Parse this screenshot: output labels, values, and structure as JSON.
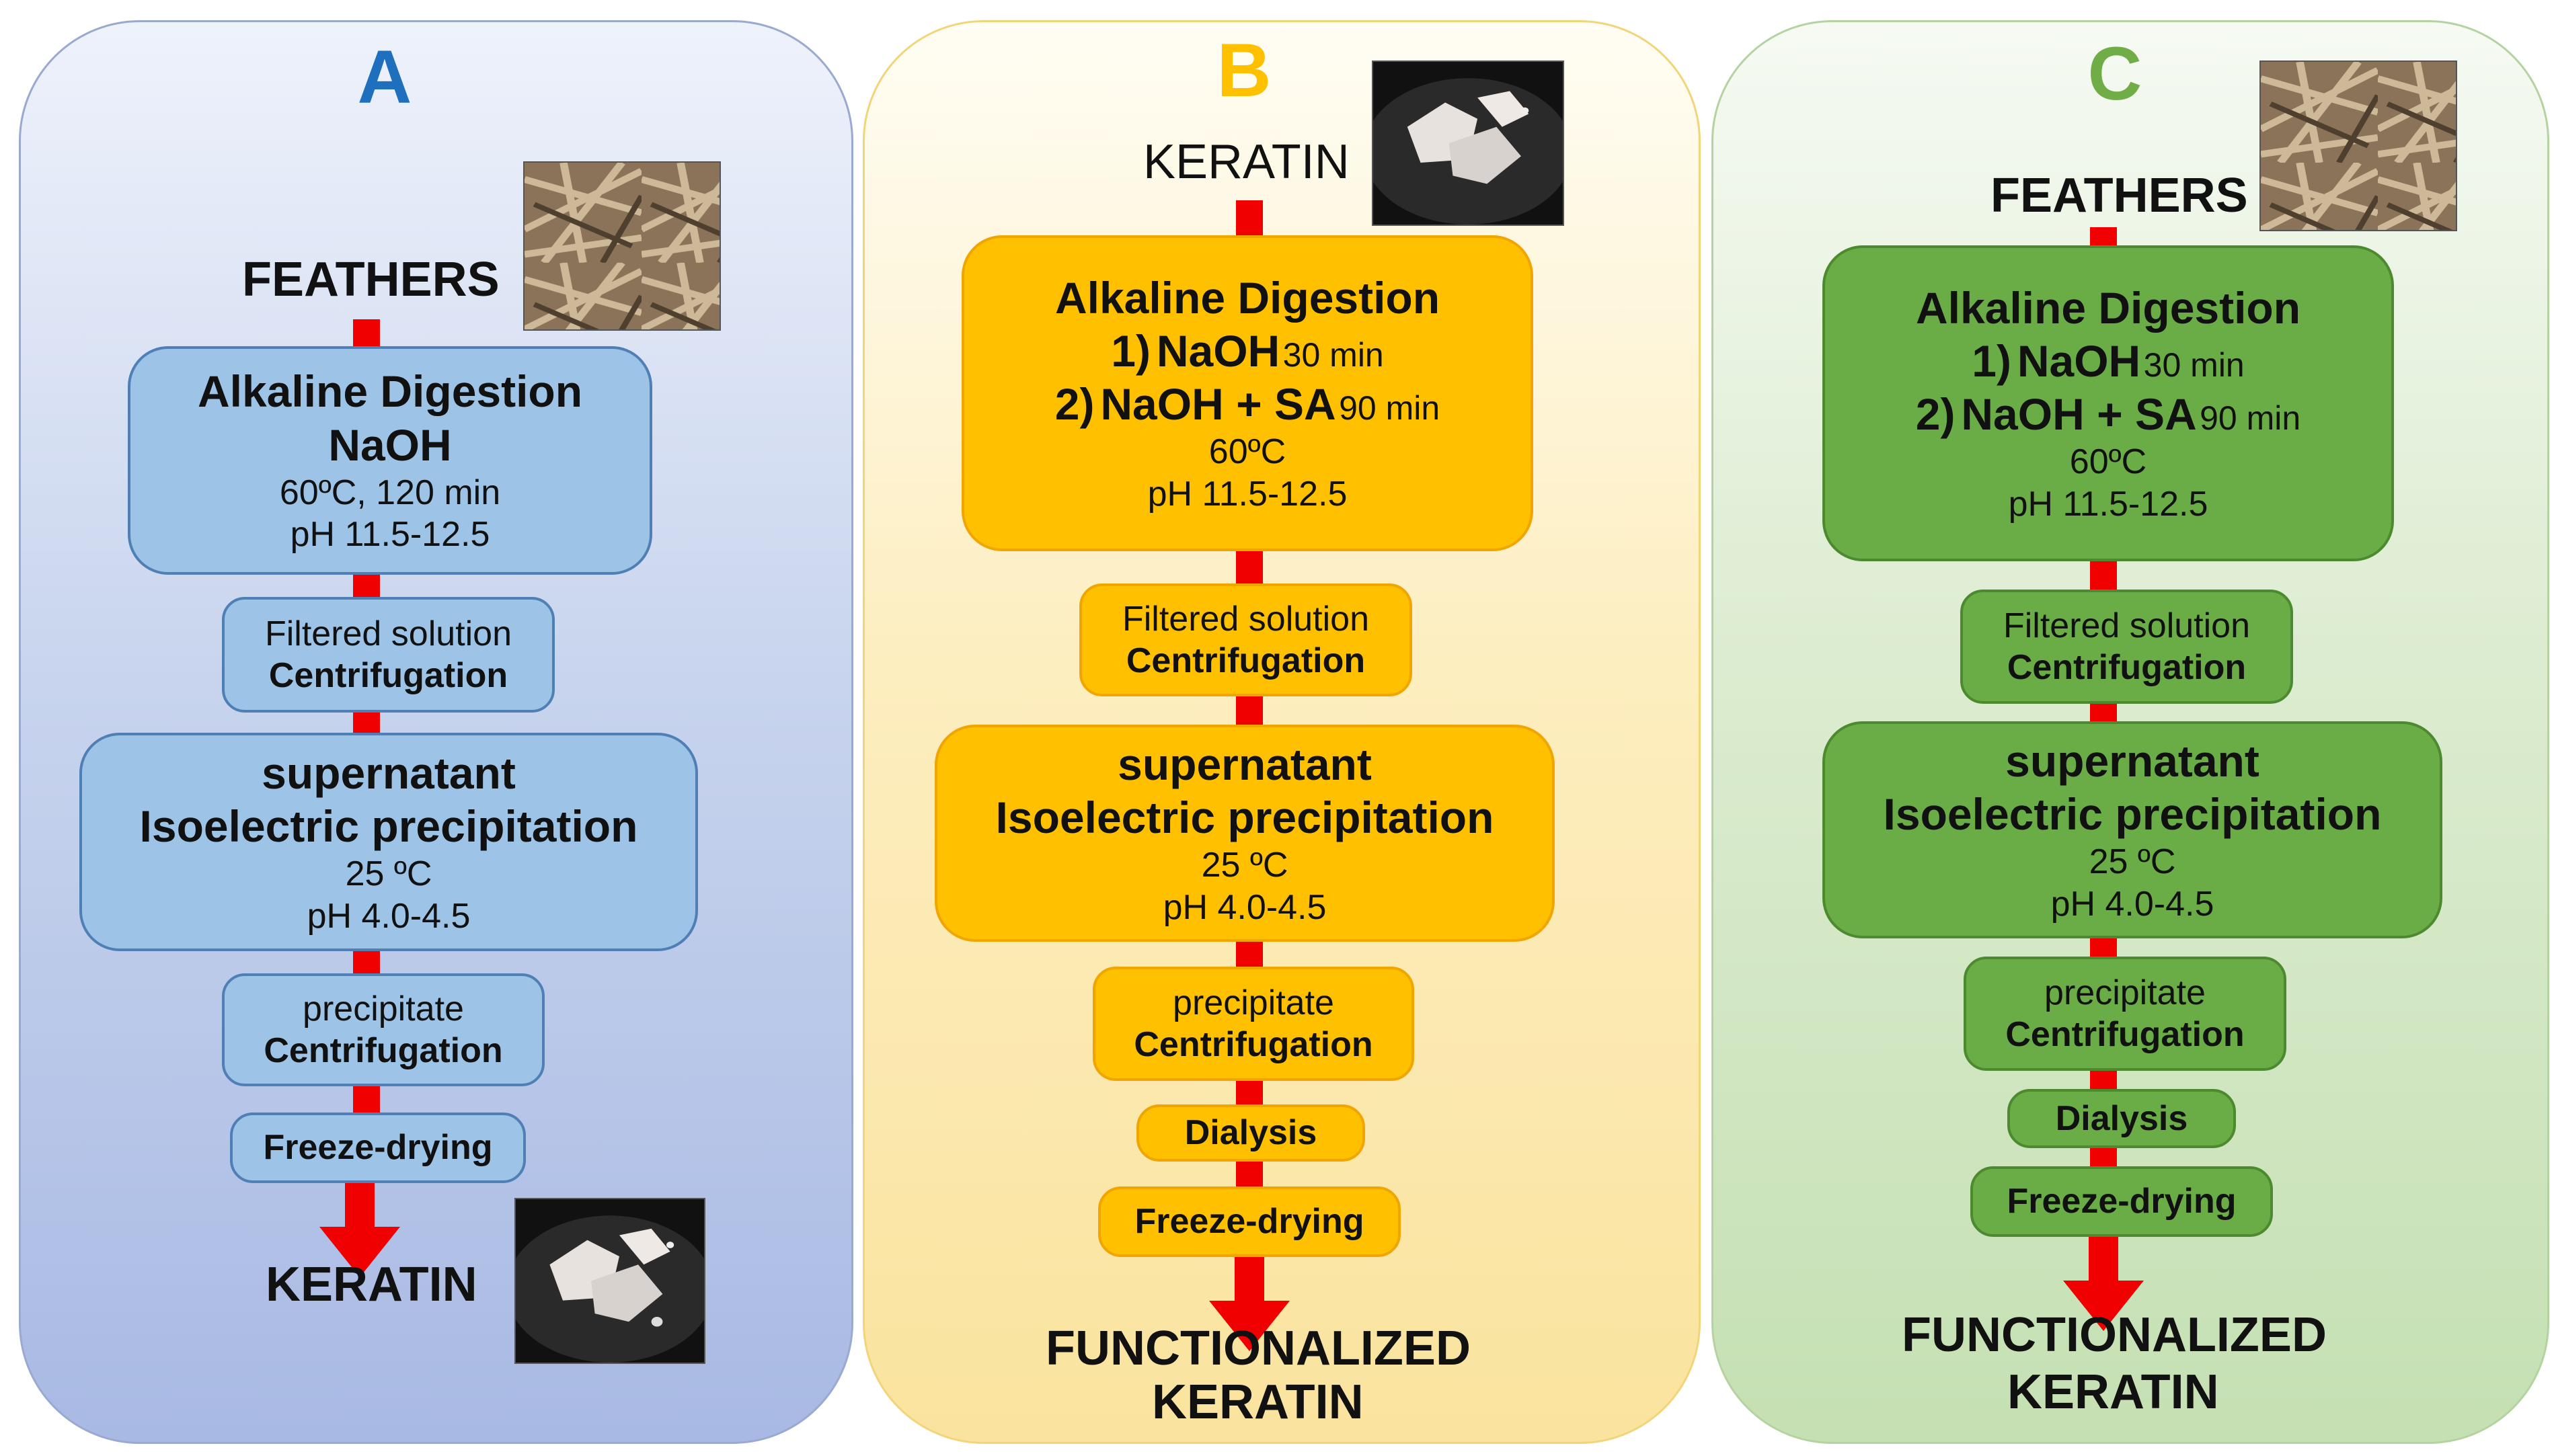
{
  "panel_a": {
    "letter": "A",
    "color": "#1f6fbf",
    "start": "FEATHERS",
    "digestion": {
      "title": "Alkaline Digestion",
      "reagent": "NaOH",
      "cond1": "60ºC, 120 min",
      "cond2": "pH 11.5-12.5"
    },
    "filter": {
      "line1": "Filtered solution",
      "line2": "Centrifugation"
    },
    "precip": {
      "title1": "supernatant",
      "title2": "Isoelectric precipitation",
      "cond1": "25 ºC",
      "cond2": "pH 4.0-4.5"
    },
    "centrif": {
      "line1": "precipitate",
      "line2": "Centrifugation"
    },
    "freeze": "Freeze-drying",
    "end": "KERATIN",
    "photo_start": "feathers-photo",
    "photo_end": "keratin-photo"
  },
  "panel_b": {
    "letter": "B",
    "color": "#ffc000",
    "start": "KERATIN",
    "digestion": {
      "title": "Alkaline Digestion",
      "step1_num": "1)",
      "step1_reagent": "NaOH",
      "step1_time": "30 min",
      "step2_num": "2)",
      "step2_reagent": "NaOH + SA",
      "step2_time": "90 min",
      "cond1": "60ºC",
      "cond2": "pH 11.5-12.5"
    },
    "filter": {
      "line1": "Filtered solution",
      "line2": "Centrifugation"
    },
    "precip": {
      "title1": "supernatant",
      "title2": "Isoelectric precipitation",
      "cond1": "25 ºC",
      "cond2": "pH 4.0-4.5"
    },
    "centrif": {
      "line1": "precipitate",
      "line2": "Centrifugation"
    },
    "dialysis": "Dialysis",
    "freeze": "Freeze-drying",
    "end1": "FUNCTIONALIZED",
    "end2": "KERATIN",
    "photo_start": "keratin-photo"
  },
  "panel_c": {
    "letter": "C",
    "color": "#70ad47",
    "start": "FEATHERS",
    "digestion": {
      "title": "Alkaline Digestion",
      "step1_num": "1)",
      "step1_reagent": "NaOH",
      "step1_time": "30 min",
      "step2_num": "2)",
      "step2_reagent": "NaOH + SA",
      "step2_time": "90 min",
      "cond1": "60ºC",
      "cond2": "pH 11.5-12.5"
    },
    "filter": {
      "line1": "Filtered solution",
      "line2": "Centrifugation"
    },
    "precip": {
      "title1": "supernatant",
      "title2": "Isoelectric precipitation",
      "cond1": "25 ºC",
      "cond2": "pH 4.0-4.5"
    },
    "centrif": {
      "line1": "precipitate",
      "line2": "Centrifugation"
    },
    "dialysis": "Dialysis",
    "freeze": "Freeze-drying",
    "end1": "FUNCTIONALIZED",
    "end2": "KERATIN",
    "photo_start": "feathers-photo"
  },
  "colors": {
    "arrow": "#f00000",
    "blue_box": "#9dc3e6",
    "orange_box": "#ffc000",
    "green_box": "#6aac46"
  }
}
